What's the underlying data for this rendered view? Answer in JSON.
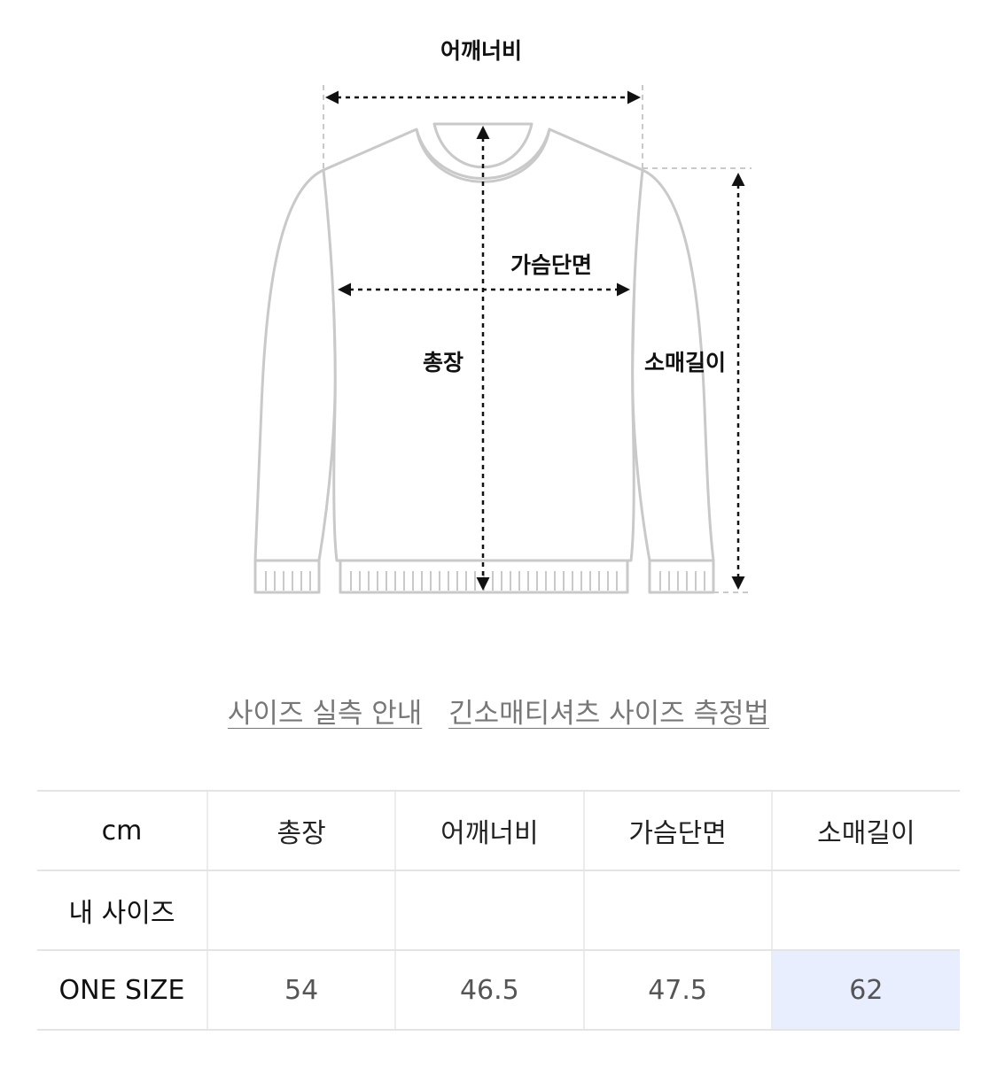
{
  "diagram": {
    "labels": {
      "shoulder": "어깨너비",
      "chest": "가슴단면",
      "length": "총장",
      "sleeve": "소매길이"
    },
    "line_color": "#c9c9c9",
    "arrow_color": "#111111"
  },
  "guide": {
    "link1": "사이즈 실측 안내",
    "link2": "긴소매티셔츠 사이즈 측정법"
  },
  "table": {
    "headers": [
      "cm",
      "총장",
      "어깨너비",
      "가슴단면",
      "소매길이"
    ],
    "my_size_label": "내 사이즈",
    "my_size_values": [
      "",
      "",
      "",
      ""
    ],
    "row": {
      "label": "ONE SIZE",
      "values": [
        "54",
        "46.5",
        "47.5",
        "62"
      ]
    },
    "highlight_color": "#e8eefe"
  }
}
